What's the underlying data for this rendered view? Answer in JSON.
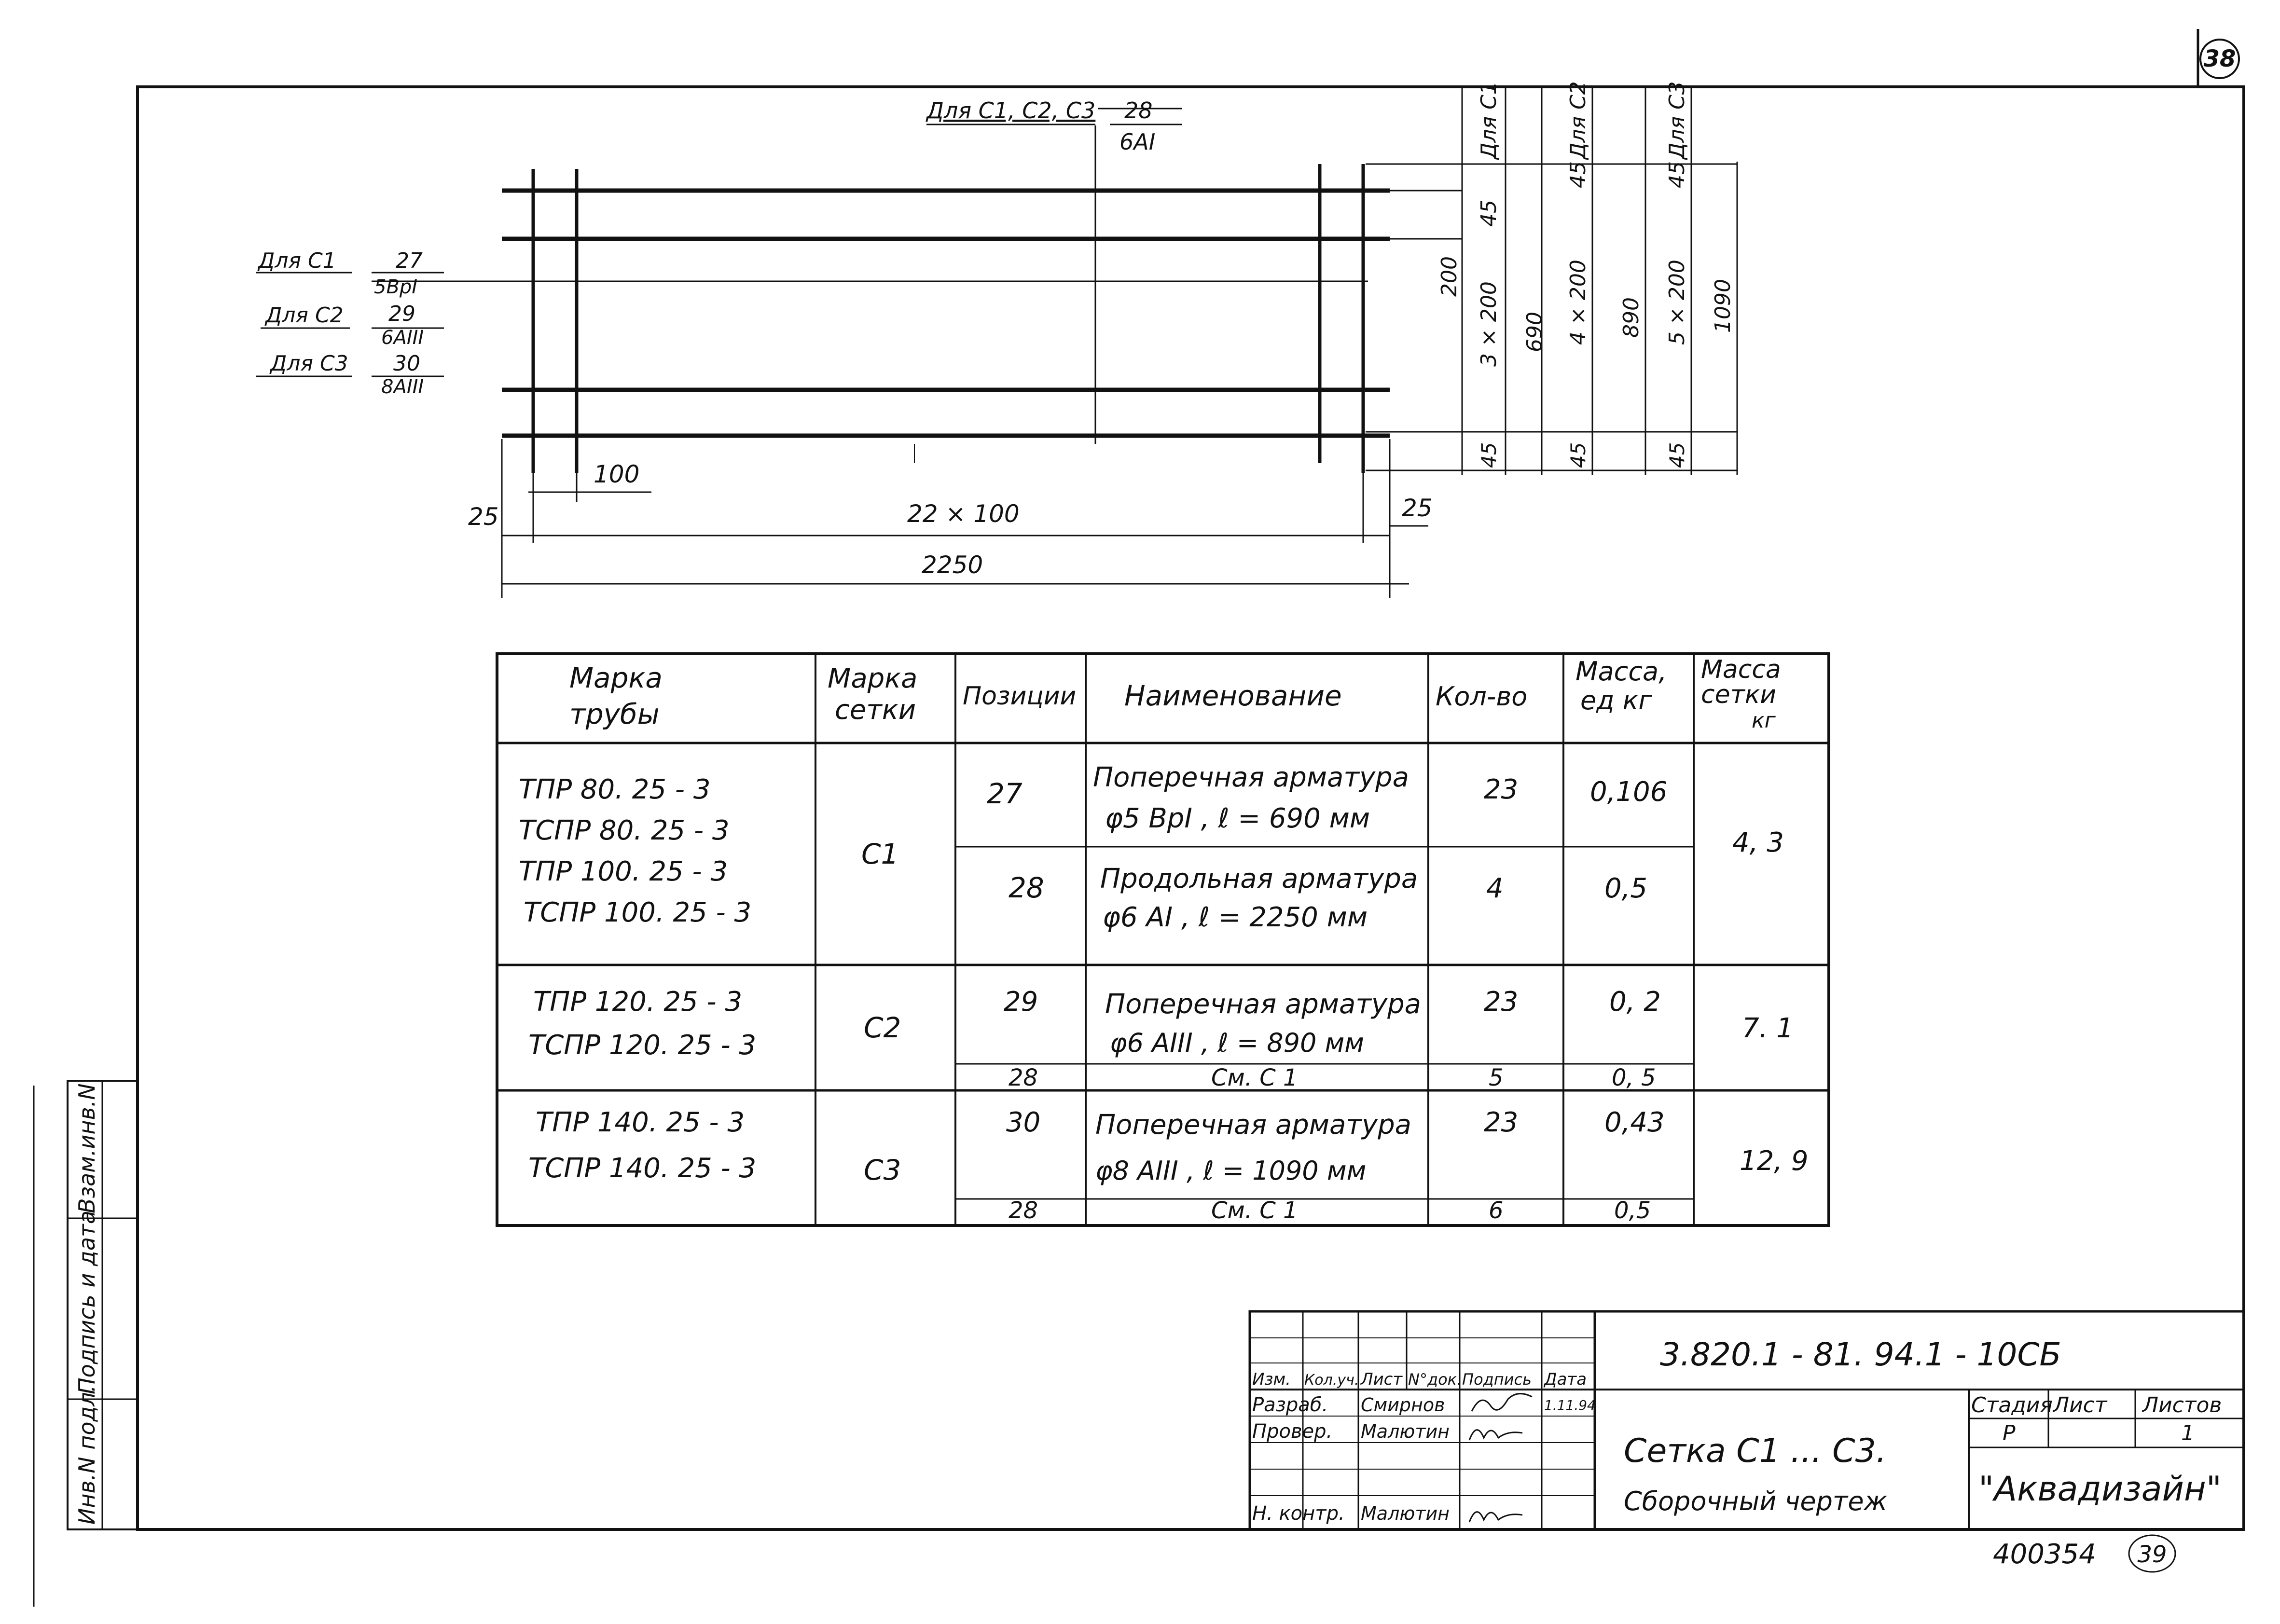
{
  "sheet_number": "38",
  "page_stamp_number": "39",
  "archive_number": "400354",
  "left_strip": {
    "inv_orig": "Инв.N подл.",
    "sign_date": "Подпись и дата",
    "inv_repl": "Взам.инв.N"
  },
  "drawing": {
    "callout_top": {
      "label": "Для С1, С2, С3",
      "pos": "28",
      "spec": "6АI"
    },
    "callouts_left": [
      {
        "label": "Для С1",
        "pos": "27",
        "spec": "5ВрI"
      },
      {
        "label": "Для С2",
        "pos": "29",
        "spec": "6АIII"
      },
      {
        "label": "Для С3",
        "pos": "30",
        "spec": "8АIII"
      }
    ],
    "dims": {
      "d100": "100",
      "d25_left": "25",
      "d22x100": "22 × 100",
      "d25_right": "25",
      "d2250": "2250",
      "d200": "200",
      "d45_top": "45",
      "d3x200": "3 × 200",
      "d690": "690",
      "d45_top2": "45",
      "d4x200": "4 × 200",
      "d890": "890",
      "d45_top3": "45",
      "d5x200": "5 × 200",
      "d1090": "1090",
      "d45_b1": "45",
      "d45_b2": "45",
      "d45_b3": "45"
    },
    "col_labels": [
      "Для С1",
      "Для С2",
      "Для С3"
    ]
  },
  "spec_table": {
    "headers": {
      "pipe": [
        "Марка",
        "трубы"
      ],
      "mesh": [
        "Марка",
        "сетки"
      ],
      "pos": "Позиции",
      "name": "Наименование",
      "qty": "Кол-во",
      "mass_unit": [
        "Масса,",
        "ед  кг"
      ],
      "mass_mesh": [
        "Масса",
        "сетки",
        "кг"
      ]
    },
    "groups": [
      {
        "pipes": [
          "ТПР 80. 25 - 3",
          "ТСПР 80. 25 - 3",
          "ТПР 100. 25 - 3",
          "ТСПР 100. 25 - 3"
        ],
        "mesh": "С1",
        "mass_mesh": "4, 3",
        "rows": [
          {
            "pos": "27",
            "name": [
              "Поперечная арматура",
              "φ5  ВрI ,  ℓ = 690 мм"
            ],
            "qty": "23",
            "mass": "0,106"
          },
          {
            "pos": "28",
            "name": [
              "Продольная арматура",
              "φ6 АI ,  ℓ = 2250  мм"
            ],
            "qty": "4",
            "mass": "0,5"
          }
        ]
      },
      {
        "pipes": [
          "ТПР 120. 25 - 3",
          "ТСПР 120. 25 - 3"
        ],
        "mesh": "С2",
        "mass_mesh": "7. 1",
        "rows": [
          {
            "pos": "29",
            "name": [
              "Поперечная арматура",
              "φ6  АIII ,  ℓ = 890 мм"
            ],
            "qty": "23",
            "mass": "0, 2"
          },
          {
            "pos": "28",
            "name": [
              "См. С 1"
            ],
            "qty": "5",
            "mass": "0, 5"
          }
        ]
      },
      {
        "pipes": [
          "ТПР 140. 25 - 3",
          "ТСПР 140. 25 - 3"
        ],
        "mesh": "С3",
        "mass_mesh": "12, 9",
        "rows": [
          {
            "pos": "30",
            "name": [
              "Поперечная арматура",
              "φ8  АIII ,  ℓ = 1090 мм"
            ],
            "qty": "23",
            "mass": "0,43"
          },
          {
            "pos": "28",
            "name": [
              "См. С 1"
            ],
            "qty": "6",
            "mass": "0,5"
          }
        ]
      }
    ]
  },
  "title_block": {
    "doc_code": "3.820.1 - 81. 94.1 - 10СБ",
    "col_headers": [
      "Изм.",
      "Кол.уч.",
      "Лист",
      "N°док.",
      "Подпись",
      "Дата"
    ],
    "role_razrab": "Разраб.",
    "name_razrab": "Смирнов",
    "date_razrab": "1.11.94",
    "role_prover": "Провер.",
    "name_prover": "Малютин",
    "role_nkontr": "Н. контр.",
    "name_nkontr": "Малютин",
    "title1": "Сетка  С1 ...  С3.",
    "title2": "Сборочный  чертеж",
    "stage_h": "Стадия",
    "sheet_h": "Лист",
    "sheets_h": "Листов",
    "stage_v": "Р",
    "sheets_v": "1",
    "org": "\"Аквадизайн\""
  }
}
